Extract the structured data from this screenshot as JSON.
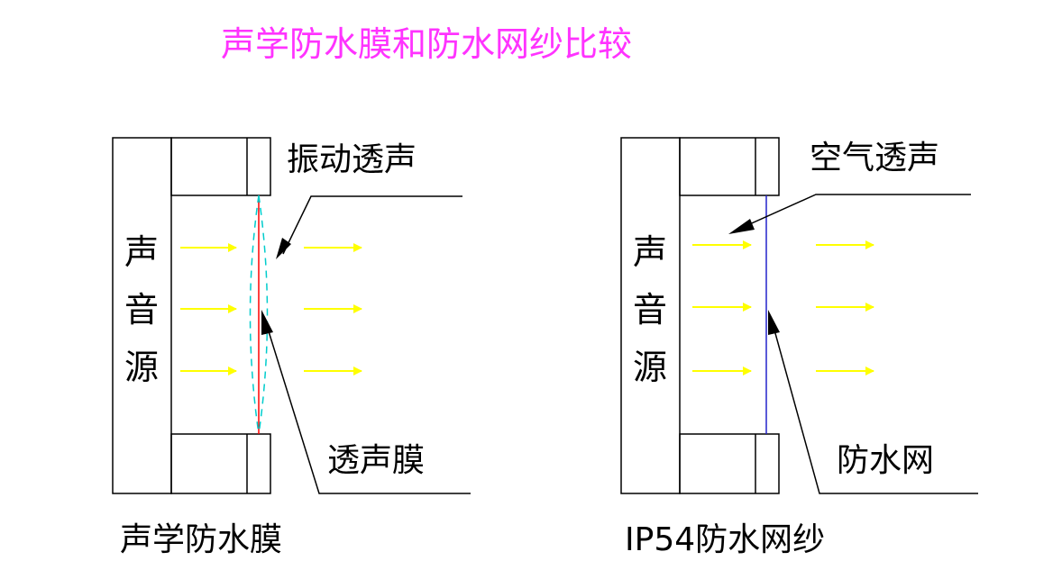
{
  "title": "声学防水膜和防水网纱比较",
  "left_panel": {
    "source_label": "声音源",
    "top_callout": "振动透声",
    "bottom_callout": "透声膜",
    "caption": "声学防水膜"
  },
  "right_panel": {
    "source_label": "声音源",
    "top_callout": "空气透声",
    "bottom_callout": "防水网",
    "caption": "IP54防水网纱"
  },
  "colors": {
    "title": "#ff33ff",
    "sound_arrow": "#ffff00",
    "membrane": "#ff0000",
    "membrane_vibration": "#00cccc",
    "mesh": "#2222cc",
    "outline": "#000000"
  }
}
